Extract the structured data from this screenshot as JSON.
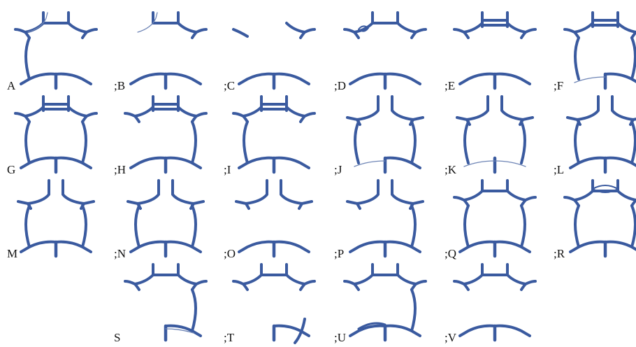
{
  "colors": {
    "vessel": "#3a5a9f",
    "thin_vessel": "#6d84b5",
    "label": "#111111"
  },
  "variants": [
    {
      "label": "A",
      "parts": [
        "acom",
        "left_a1",
        "right_a1",
        "left_pcom",
        "left_p1",
        "right_p1",
        "basilar",
        "thin_left_a1"
      ]
    },
    {
      "label": ";B",
      "parts": [
        "acom",
        "right_a1",
        "left_p1",
        "right_p1",
        "basilar",
        "thin_left_a1"
      ]
    },
    {
      "label": ";C",
      "parts": [
        "right_a1",
        "left_p1",
        "right_p1",
        "basilar",
        "left_a1_stub"
      ]
    },
    {
      "label": ";D",
      "parts": [
        "acom",
        "right_a1",
        "left_a1",
        "left_p1",
        "right_p1",
        "basilar",
        "loop_left"
      ]
    },
    {
      "label": ";E",
      "parts": [
        "double_acom",
        "left_a1",
        "right_a1",
        "left_p1",
        "right_p1",
        "basilar"
      ]
    },
    {
      "label": ";F",
      "parts": [
        "double_acom",
        "left_a1",
        "right_a1",
        "left_pcom",
        "right_pcom",
        "right_p1",
        "basilar",
        "thin_left_p1"
      ]
    },
    {
      "label": "G",
      "parts": [
        "double_acom",
        "left_a1",
        "right_a1",
        "left_pcom",
        "right_pcom",
        "left_p1",
        "right_p1",
        "basilar"
      ]
    },
    {
      "label": ";H",
      "parts": [
        "double_acom",
        "left_a1",
        "right_a1",
        "right_pcom",
        "left_p1",
        "right_p1",
        "basilar"
      ]
    },
    {
      "label": ";I",
      "parts": [
        "double_acom",
        "left_a1",
        "right_a1",
        "left_pcom",
        "left_p1",
        "right_p1",
        "basilar"
      ]
    },
    {
      "label": ";J",
      "parts": [
        "separate_acas",
        "left_pcom",
        "right_pcom",
        "right_p1",
        "basilar",
        "thin_left_p1"
      ]
    },
    {
      "label": ";K",
      "parts": [
        "separate_acas",
        "left_pcom",
        "right_pcom",
        "basilar",
        "thin_left_p1",
        "thin_right_p1"
      ]
    },
    {
      "label": ";L",
      "parts": [
        "separate_acas",
        "left_pcom",
        "right_pcom",
        "left_p1",
        "right_p1",
        "basilar"
      ]
    },
    {
      "label": "M",
      "parts": [
        "separate_acas",
        "left_pcom",
        "right_pcom",
        "left_p1",
        "right_p1",
        "basilar"
      ]
    },
    {
      "label": ";N",
      "parts": [
        "separate_acas",
        "left_pcom",
        "right_pcom",
        "left_p1",
        "right_p1",
        "basilar"
      ]
    },
    {
      "label": ";O",
      "parts": [
        "separate_acas",
        "left_p1",
        "right_p1",
        "basilar"
      ]
    },
    {
      "label": ";P",
      "parts": [
        "separate_acas",
        "right_pcom",
        "left_p1",
        "right_p1",
        "basilar"
      ]
    },
    {
      "label": ";Q",
      "parts": [
        "acom",
        "left_a1",
        "right_a1",
        "left_pcom",
        "right_pcom",
        "left_p1",
        "right_p1",
        "basilar"
      ]
    },
    {
      "label": ";R",
      "parts": [
        "acom",
        "left_a1",
        "right_a1",
        "left_pcom",
        "right_pcom",
        "left_p1",
        "right_p1",
        "basilar",
        "loop_center"
      ]
    },
    {
      "label": "S",
      "parts": [
        "acom",
        "left_a1",
        "right_a1",
        "right_pcom",
        "right_p1",
        "basilar",
        "thin_right_p1_long"
      ]
    },
    {
      "label": ";T",
      "parts": [
        "acom",
        "left_a1",
        "right_a1",
        "right_pcom_short",
        "right_p1",
        "basilar"
      ]
    },
    {
      "label": ";U",
      "parts": [
        "acom",
        "left_a1",
        "right_a1",
        "right_pcom",
        "left_p1",
        "right_p1",
        "basilar",
        "double_left_p1"
      ]
    },
    {
      "label": ";V",
      "parts": [
        "acom",
        "left_a1",
        "right_a1",
        "left_p1",
        "right_p1",
        "basilar"
      ]
    }
  ]
}
